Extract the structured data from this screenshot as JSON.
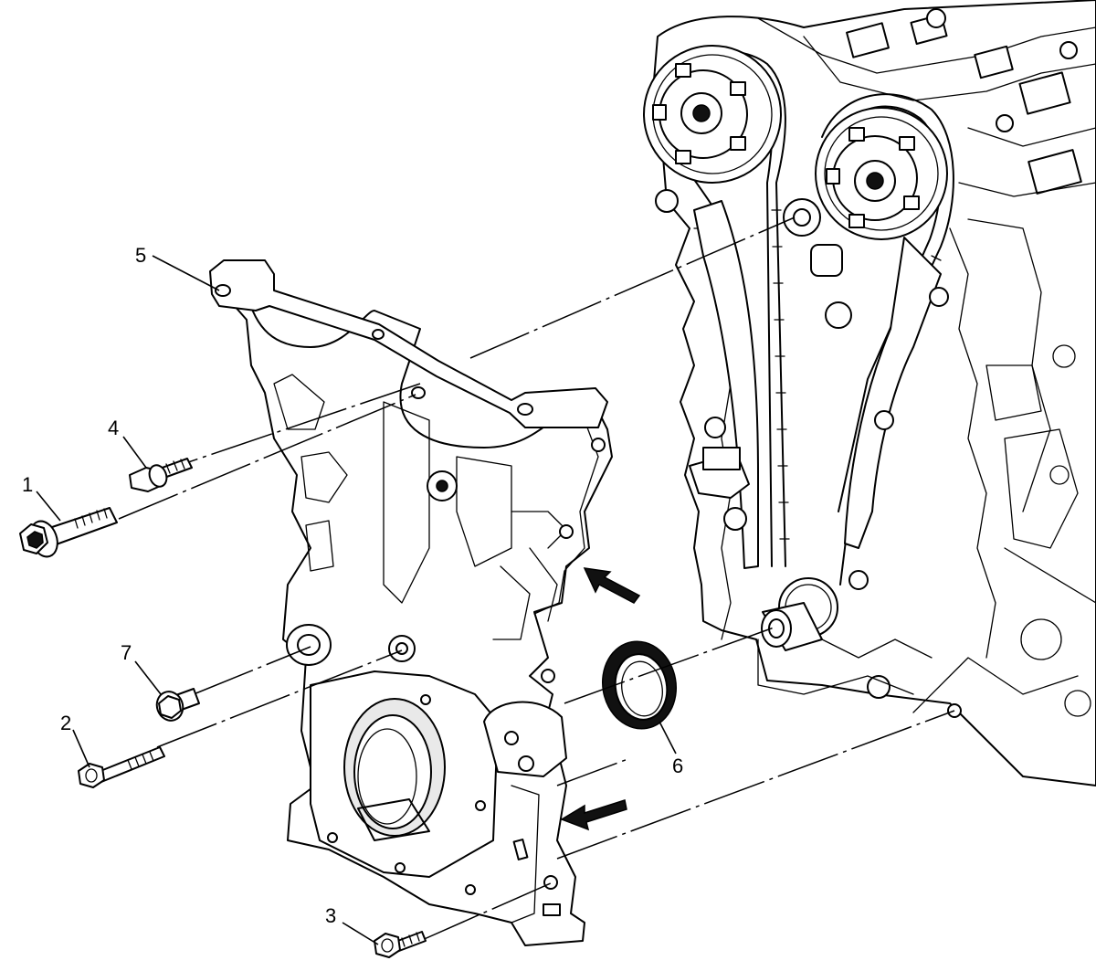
{
  "callouts": [
    {
      "id": "1",
      "label": "1"
    },
    {
      "id": "2",
      "label": "2"
    },
    {
      "id": "3",
      "label": "3"
    },
    {
      "id": "4",
      "label": "4"
    },
    {
      "id": "5",
      "label": "5"
    },
    {
      "id": "6",
      "label": "6"
    },
    {
      "id": "7",
      "label": "7"
    }
  ],
  "icons": [
    "bolt-icon",
    "arrow-icon",
    "seal-icon",
    "gasket-icon"
  ]
}
